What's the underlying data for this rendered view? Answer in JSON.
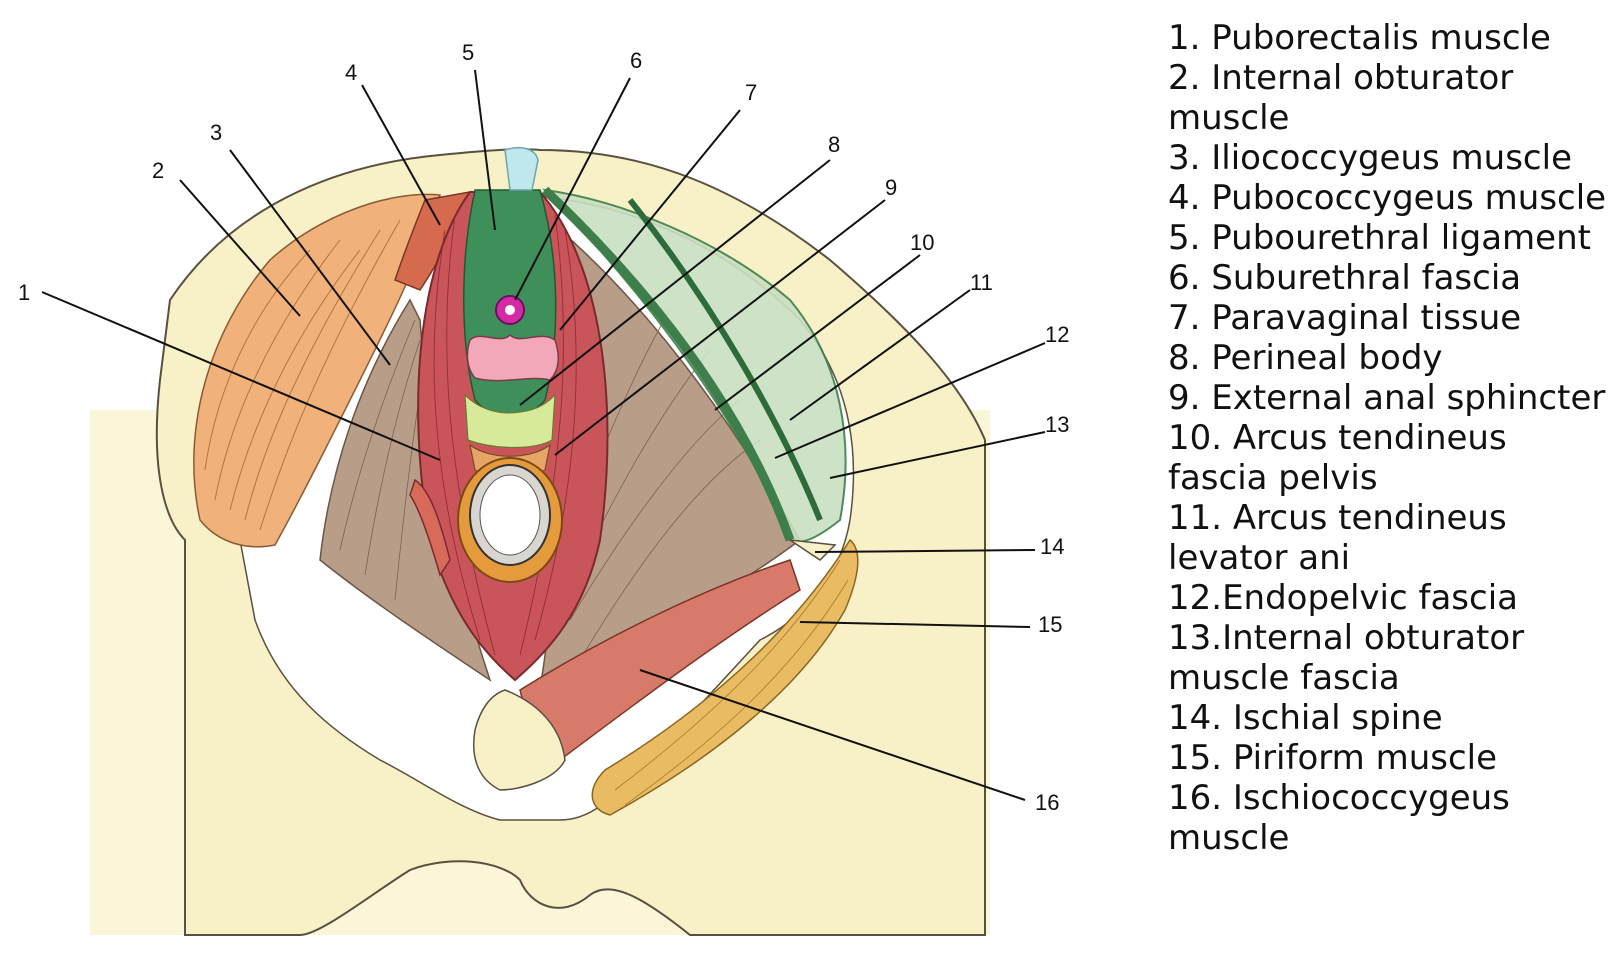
{
  "legend": [
    "1. Puborectalis muscle",
    "2. Internal obturator muscle",
    "3. Iliococcygeus muscle",
    "4. Pubococcygeus muscle",
    "5. Pubourethral ligament",
    "6. Suburethral fascia",
    "7. Paravaginal tissue",
    "8. Perineal body",
    "9. External anal sphincter",
    "10. Arcus tendineus fascia pelvis",
    "11. Arcus tendineus levator ani",
    "12.Endopelvic fascia",
    "13.Internal obturator muscle fascia",
    "14. Ischial spine",
    "15. Piriform muscle",
    "16. Ischiococcygeus muscle"
  ],
  "numbers": [
    "1",
    "2",
    "3",
    "4",
    "5",
    "6",
    "7",
    "8",
    "9",
    "10",
    "11",
    "12",
    "13",
    "14",
    "15",
    "16"
  ],
  "colors": {
    "bone": "#f8f0c6",
    "obturator": "#f0b27a",
    "levator": "#b89d88",
    "puborectalis": "#c9545a",
    "green_fascia": "#3d7e4a",
    "light_green": "#c9dfc2",
    "piriform": "#e9bb63",
    "pink": "#f2a8b8",
    "magenta": "#d42aa8"
  }
}
